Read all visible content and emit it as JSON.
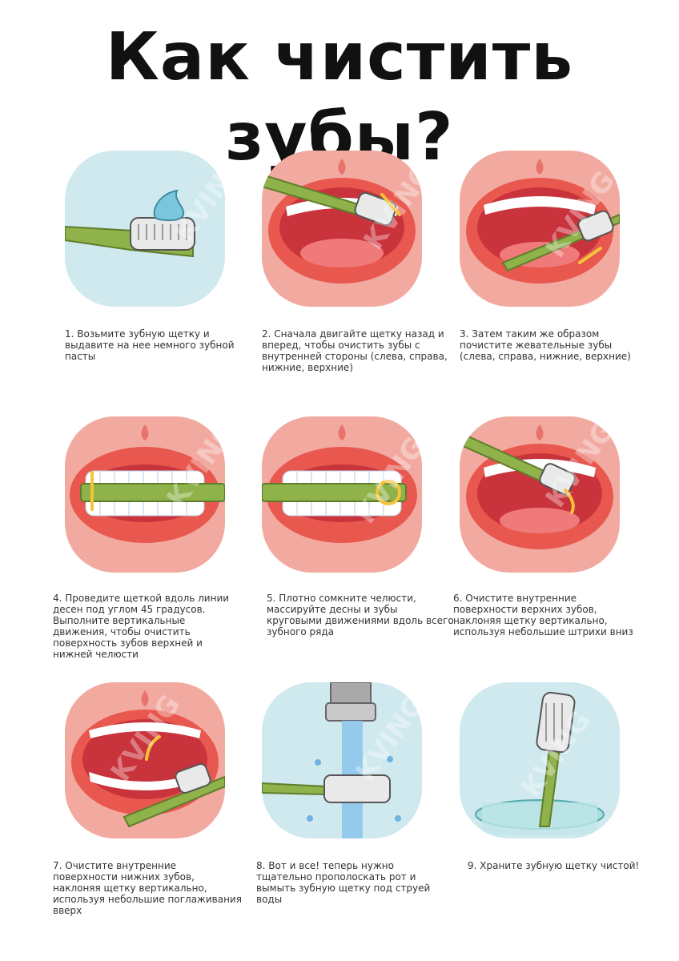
{
  "title": "Как чистить зубы?",
  "watermark": "KVING",
  "colors": {
    "blue_bg": "#cfe9ee",
    "pink_bg": "#f2aaa0",
    "lip": "#e8584f",
    "mouth": "#c9333c",
    "tongue": "#f07a7a",
    "brush": "#8fb24a",
    "brush_dark": "#5e7d2a",
    "arrow": "#f5c43a",
    "paste": "#7cc6dc"
  },
  "steps": [
    {
      "text": "1. Возьмите зубную щетку и выдавите на нее немного зубной пасты"
    },
    {
      "text": "2. Сначала двигайте щетку назад и вперед, чтобы очистить зубы с внутренней стороны (слева, справа, нижние, верхние)"
    },
    {
      "text": "3. Затем таким же образом почистите жевательные зубы (слева, справа, нижние, верхние)"
    },
    {
      "text": "4. Проведите щеткой вдоль линии десен под углом 45 градусов. Выполните вертикальные движения, чтобы очистить поверхность зубов верхней и нижней челюсти"
    },
    {
      "text": "5. Плотно сомкните челюсти, массируйте десны и зубы круговыми движениями вдоль всего зубного ряда"
    },
    {
      "text": "6. Очистите внутренние поверхности верхних зубов, наклоняя щетку вертикально, используя небольшие штрихи вниз"
    },
    {
      "text": "7. Очистите внутренние поверхности нижних зубов, наклоняя щетку вертикально, используя небольшие поглаживания вверх"
    },
    {
      "text": "8. Вот и все! теперь нужно тщательно прополоскать рот и вымыть зубную щетку под струей воды"
    },
    {
      "text": "9. Храните зубную щетку чистой!"
    }
  ]
}
